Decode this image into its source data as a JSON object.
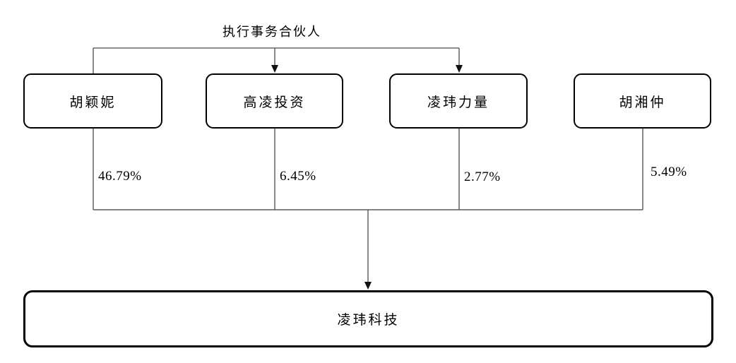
{
  "diagram": {
    "top_label": "执行事务合伙人",
    "owners": [
      {
        "name": "胡颖妮",
        "stake": "46.79%"
      },
      {
        "name": "高凌投资",
        "stake": "6.45%"
      },
      {
        "name": "凌玮力量",
        "stake": "2.77%"
      },
      {
        "name": "胡湘仲",
        "stake": "5.49%"
      }
    ],
    "company": {
      "name": "凌玮科技"
    },
    "colors": {
      "background": "#ffffff",
      "connector_line": "#4a4a4a",
      "box_border": "#000000",
      "arrow": "#111111",
      "text": "#000000"
    }
  }
}
